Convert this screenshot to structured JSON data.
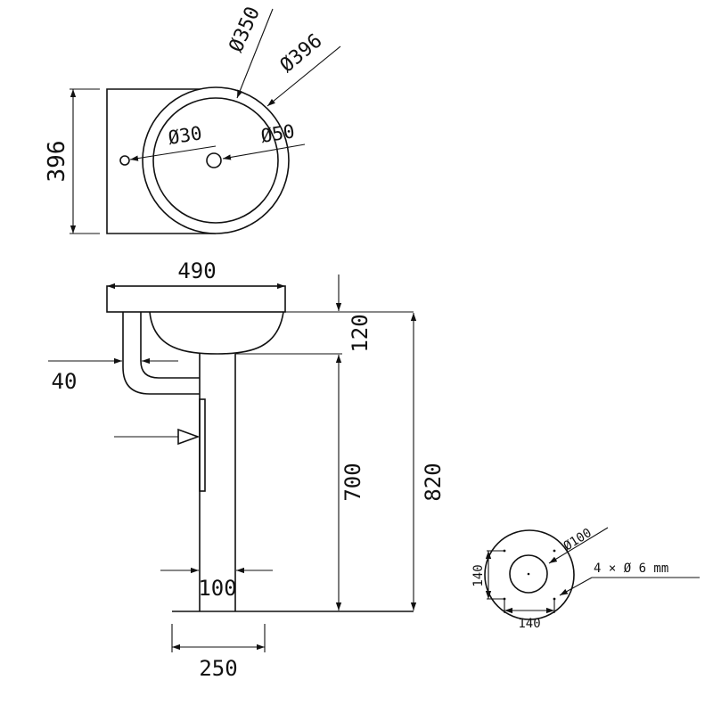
{
  "top_view": {
    "height_label": "396",
    "bowl_inner_diameter": "Ø350",
    "bowl_outer_diameter": "Ø396",
    "tap_hole_diameter": "Ø30",
    "drain_diameter": "Ø50"
  },
  "side_view": {
    "basin_width": "490",
    "basin_depth": "120",
    "wall_gap": "40",
    "pedestal_height": "700",
    "total_height": "820",
    "pedestal_width": "100",
    "base_width": "250"
  },
  "base_view": {
    "base_diameter": "Ø100",
    "hole_spec": "4 × Ø 6 mm",
    "hole_spacing_vertical": "140",
    "hole_spacing_horizontal": "140"
  },
  "colors": {
    "line": "#111111",
    "background": "#ffffff"
  }
}
